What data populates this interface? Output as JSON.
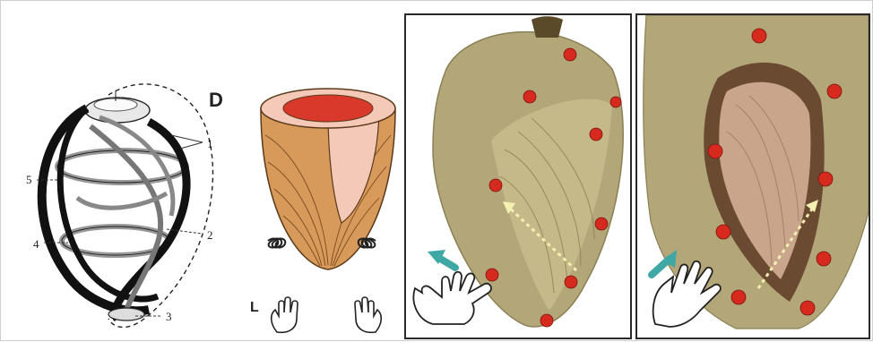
{
  "figure": {
    "panel_letter": "D",
    "diagram_labels": [
      "1",
      "2",
      "3",
      "4",
      "5"
    ],
    "handedness_label": "L"
  },
  "colors": {
    "myocardium_tan": "#d79a5a",
    "cavity_red": "#d8392a",
    "inner_pink": "#f4c9b8",
    "specimen_olive": "#b3a77a",
    "marker_red": "#d62a1e",
    "arrow_teal": "#3fa7a4",
    "dotted_arrow": "#f4f0b0"
  },
  "icons": {
    "helix": "helix-icon",
    "hand": "hand-icon",
    "arrow": "arrow-icon"
  }
}
